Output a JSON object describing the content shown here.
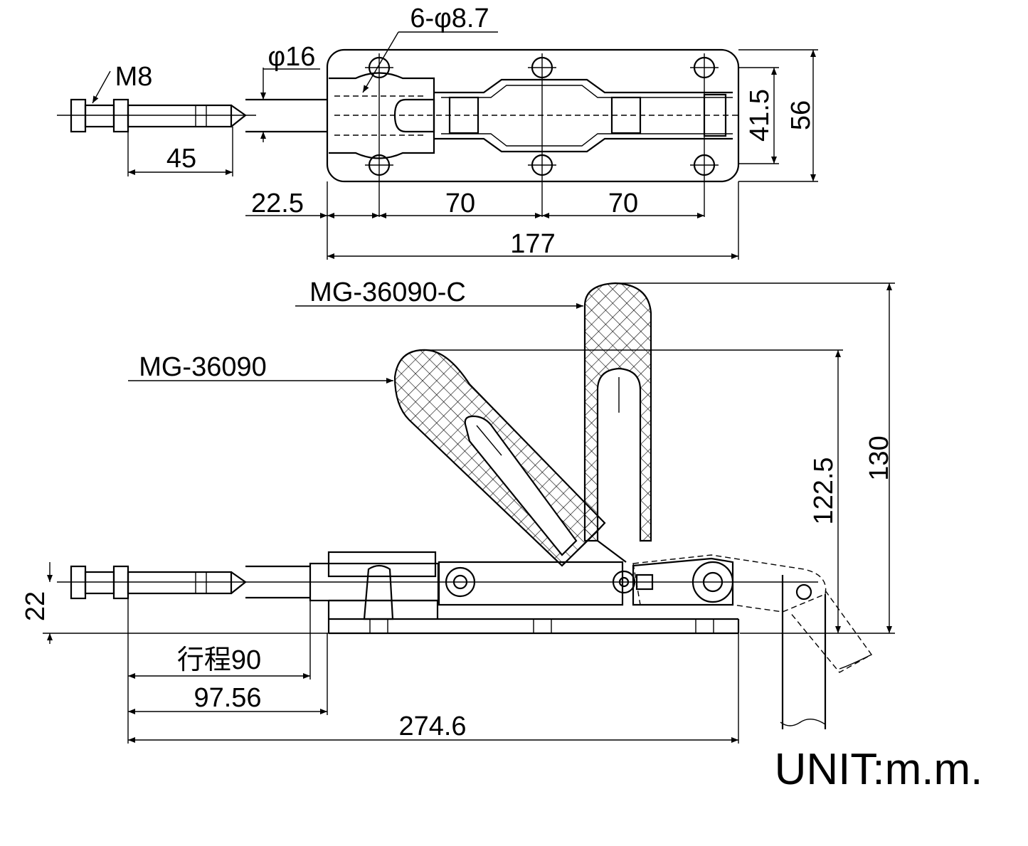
{
  "labels": {
    "holes": "6-φ8.7",
    "rod_dia": "φ16",
    "thread": "M8",
    "rod_len": "45",
    "edge": "22.5",
    "pitch1": "70",
    "pitch2": "70",
    "base_len": "177",
    "slot_width": "41.5",
    "base_width": "56",
    "model_c": "MG-36090-C",
    "model": "MG-36090",
    "height1": "122.5",
    "height2": "130",
    "rod_height": "22",
    "stroke": "行程90",
    "extension": "97.56",
    "overall": "274.6",
    "unit": "UNIT:m.m."
  }
}
